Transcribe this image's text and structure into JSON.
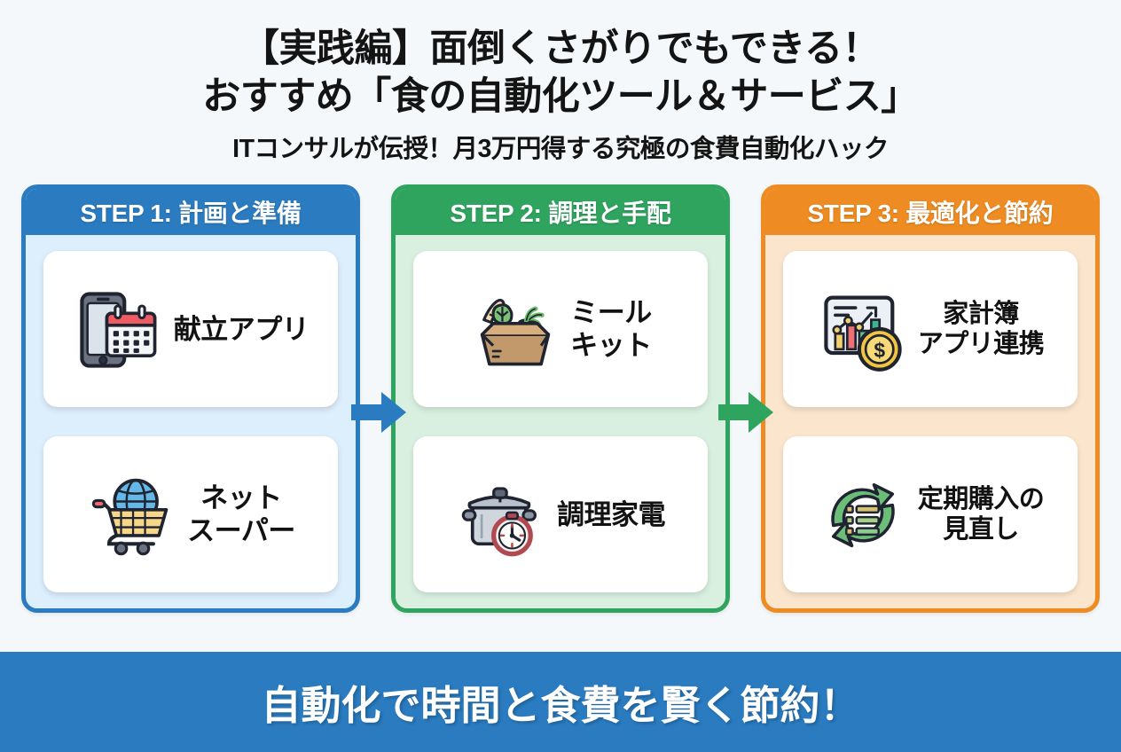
{
  "header": {
    "title_line1": "【実践編】面倒くさがりでもできる！",
    "title_line2": "おすすめ「食の自動化ツール＆サービス」",
    "subtitle": "ITコンサルが伝授！月3万円得する究極の食費自動化ハック"
  },
  "colors": {
    "background": "#f4f8fa",
    "step1": "#2a7bc0",
    "step1_body": "#ddeefc",
    "step2": "#2fa45f",
    "step2_body": "#d9f0e0",
    "step3": "#ee8c23",
    "step3_body": "#fbe6cd",
    "footer": "#2a7bc0",
    "card": "#ffffff",
    "text": "#121212"
  },
  "steps": [
    {
      "header": "STEP 1: 計画と準備",
      "accent": "#2a7bc0",
      "cards": [
        {
          "icon": "smartphone-calendar-icon",
          "label": "献立アプリ"
        },
        {
          "icon": "shopping-cart-globe-icon",
          "label": "ネット\nスーパー"
        }
      ]
    },
    {
      "header": "STEP 2: 調理と手配",
      "accent": "#2fa45f",
      "cards": [
        {
          "icon": "vegetable-box-icon",
          "label": "ミール\nキット"
        },
        {
          "icon": "pot-timer-icon",
          "label": "調理家電"
        }
      ]
    },
    {
      "header": "STEP 3: 最適化と節約",
      "accent": "#ee8c23",
      "cards": [
        {
          "icon": "chart-coin-icon",
          "label": "家計簿\nアプリ連携"
        },
        {
          "icon": "recycle-list-icon",
          "label": "定期購入の\n見直し"
        }
      ]
    }
  ],
  "arrows": [
    {
      "name": "arrow-step1-to-step2",
      "color": "#2a7bc0"
    },
    {
      "name": "arrow-step2-to-step3",
      "color": "#2fa45f"
    }
  ],
  "footer": {
    "text": "自動化で時間と食費を賢く節約！"
  }
}
